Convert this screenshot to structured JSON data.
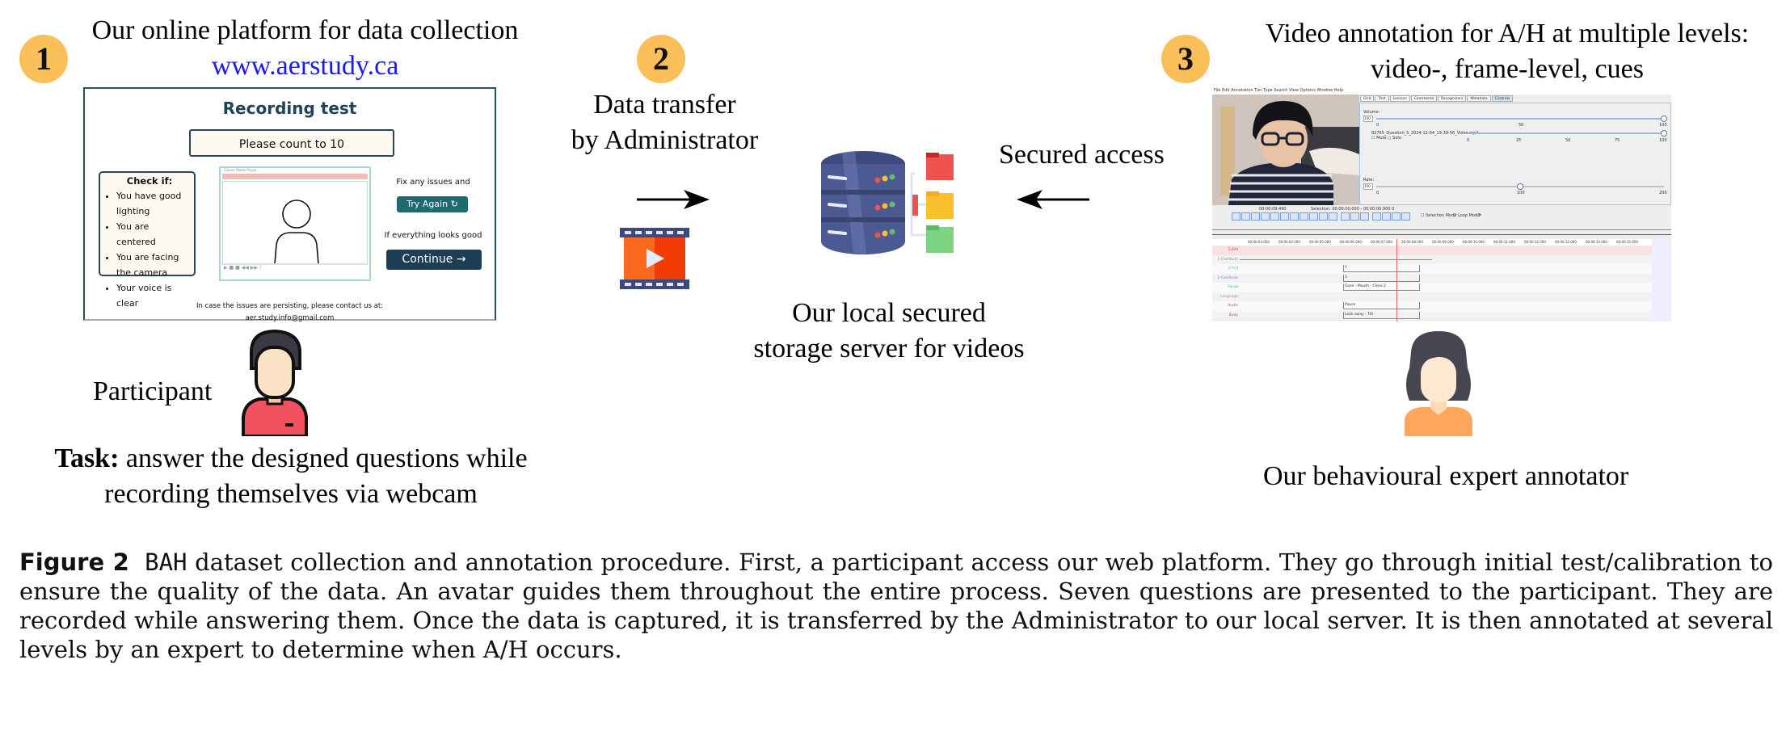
{
  "step1": {
    "number": "1",
    "title": "Our online platform for data collection",
    "url": "www.aerstudy.ca",
    "platform": {
      "page_title": "Recording test",
      "prompt": "Please count to 10",
      "checklist_heading": "Check if:",
      "checklist": [
        "You have good lighting",
        "You are centered",
        "You are facing the camera",
        "Your voice is clear"
      ],
      "player_title": "Classic Media Player",
      "fix_text": "Fix any issues and",
      "try_again_label": "Try Again",
      "good_text": "If everything looks good",
      "continue_label": "Continue",
      "contact_text": "In case the issues are persisting, please contact us at:",
      "contact_email": "aer.study.info@gmail.com"
    },
    "participant_label": "Participant",
    "task_bold": "Task:",
    "task_text": "answer the designed questions while recording themselves via webcam"
  },
  "step2": {
    "number": "2",
    "title_line1": "Data transfer",
    "title_line2": "by Administrator",
    "server_line1": "Our local secured",
    "server_line2": "storage server for videos"
  },
  "secured_access": "Secured access",
  "step3": {
    "number": "3",
    "title_line1": "Video annotation for A/H at multiple levels:",
    "title_line2": "video-, frame-level, cues",
    "annotator_label": "Our behavioural expert annotator",
    "elan": {
      "menu": "File  Edit  Annotation  Tier  Type  Search  View  Options  Window  Help",
      "tabs": [
        "Grid",
        "Text",
        "Lexicon",
        "Comments",
        "Recognizers",
        "Metadata",
        "Controls"
      ],
      "active_tab": "Controls",
      "volume_label": "Volume:",
      "volume_value": "100",
      "volume_level": 100,
      "volume_ticks": [
        "0",
        "50",
        "100"
      ],
      "media_file": "82765_Question_5_2024-12-04_19-39-56_Video.mp4",
      "media_level": 100,
      "media_ticks": [
        "0",
        "25",
        "50",
        "75",
        "100"
      ],
      "mute_label": "Mute",
      "solo_label": "Solo",
      "rate_label": "Rate:",
      "rate_value": "100",
      "rate_level": 50,
      "rate_ticks": [
        "0",
        "100",
        "200"
      ],
      "time": "00:00:09.490",
      "selection": "Selection: 00:00:00.000 - 00:00:00.000  0",
      "selection_mode": "Selection Mode",
      "loop_mode": "Loop Mode",
      "ruler": [
        "00:00:03.000",
        "00:00:04.000",
        "00:00:05.000",
        "00:00:06.000",
        "00:00:07.000",
        "00:00:08.000",
        "00:00:09.000",
        "00:00:10.000",
        "00:00:11.000",
        "00:00:12.000",
        "00:00:13.000",
        "00:00:14.000",
        "00:00:15.000"
      ],
      "tiers": [
        {
          "name": "1-A/H",
          "annotation": ""
        },
        {
          "name": "1-Certitude",
          "annotation": ""
        },
        {
          "name": "2-A/H",
          "annotation": "Y"
        },
        {
          "name": "2-Certitude",
          "annotation": "3"
        },
        {
          "name": "Facial",
          "annotation": "Gaze - Mouth - Close 2"
        },
        {
          "name": "Language",
          "annotation": ""
        },
        {
          "name": "Audio",
          "annotation": "Pause"
        },
        {
          "name": "Body",
          "annotation": "Look away - Tilt"
        }
      ]
    }
  },
  "caption": {
    "label": "Figure 2",
    "dataset": "BAH",
    "text": "dataset collection and annotation procedure. First, a participant access our web platform. They go through initial test/calibration to ensure the quality of the data. An avatar guides them throughout the entire process. Seven questions are presented to the participant. They are recorded while answering them. Once the data is captured, it is transferred by the Administrator to our local server. It is then annotated at several levels by an expert to determine when A/H occurs."
  },
  "colors": {
    "badge": "#fbbf5a",
    "link": "#1a1aee",
    "try_again": "#1f6a70",
    "continue": "#1e3e56"
  }
}
